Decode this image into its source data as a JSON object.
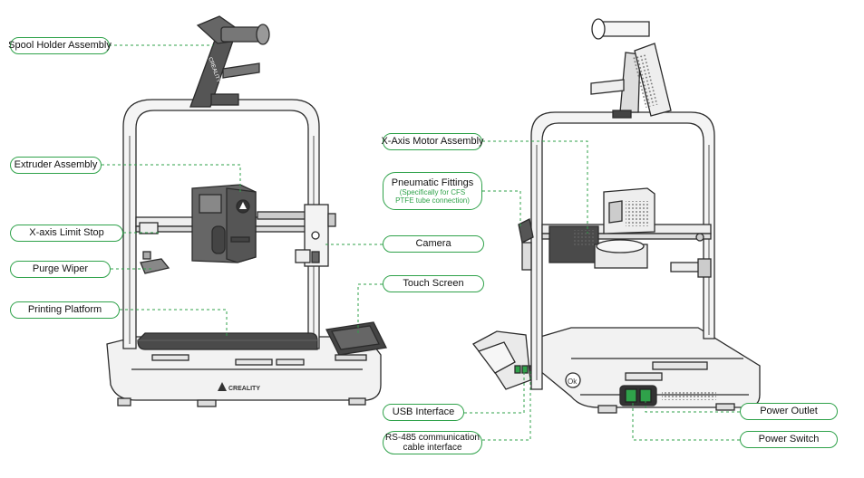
{
  "colors": {
    "accent": "#2fa24a",
    "outline": "#2b2b2b",
    "body_fill": "#dcdcdc",
    "dark_fill": "#4a4a4a"
  },
  "brand": {
    "front_logo": "CREALITY",
    "spool_logo": "CREALITY",
    "camera_badge": "Ok"
  },
  "labels": {
    "spool_holder": "Spool Holder Assembly",
    "extruder": "Extruder Assembly",
    "x_axis_limit": "X-axis Limit Stop",
    "purge_wiper": "Purge Wiper",
    "printing_platform": "Printing Platform",
    "camera": "Camera",
    "touch_screen": "Touch Screen",
    "x_axis_motor": "X-Axis Motor Assembly",
    "pneumatic": "Pneumatic Fittings",
    "pneumatic_note_1": "(Specifically for CFS",
    "pneumatic_note_2": "PTFE tube connection)",
    "usb": "USB Interface",
    "rs485_1": "RS-485 communication",
    "rs485_2": "cable interface",
    "power_outlet": "Power Outlet",
    "power_switch": "Power Switch"
  }
}
